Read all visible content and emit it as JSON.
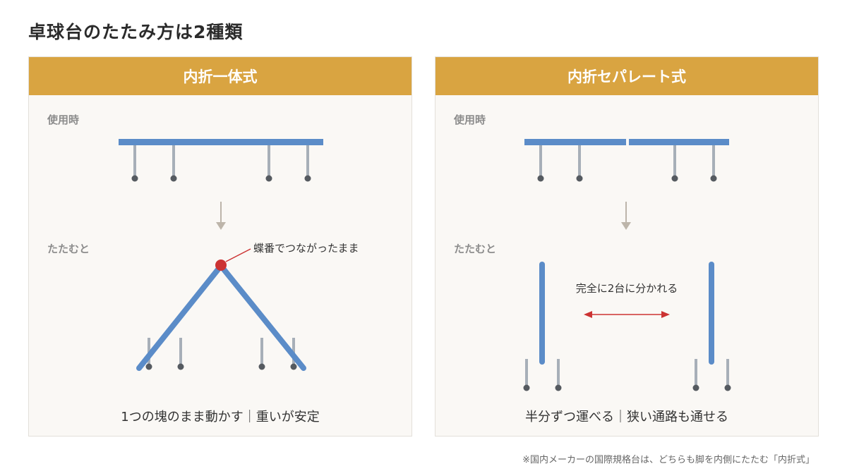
{
  "title": "卓球台のたたみ方は2種類",
  "panels": [
    {
      "header": "内折一体式",
      "label_in_use": "使用時",
      "label_folded": "たたむと",
      "annotation": "蝶番でつながったまま",
      "caption": "1つの塊のまま動かす｜重いが安定"
    },
    {
      "header": "内折セパレート式",
      "label_in_use": "使用時",
      "label_folded": "たたむと",
      "annotation": "完全に2台に分かれる",
      "caption": "半分ずつ運べる｜狭い通路も通せる"
    }
  ],
  "footnote": "※国内メーカーの国際規格台は、どちらも脚を内側にたたむ「内折式」",
  "colors": {
    "header": "#d9a441",
    "table_top": "#5b8cc8",
    "leg": "#a7afb8",
    "wheel": "#555a60",
    "hinge": "#cc3333",
    "arrow_red": "#cc3333",
    "arrow_gray": "#bdb5aa"
  }
}
